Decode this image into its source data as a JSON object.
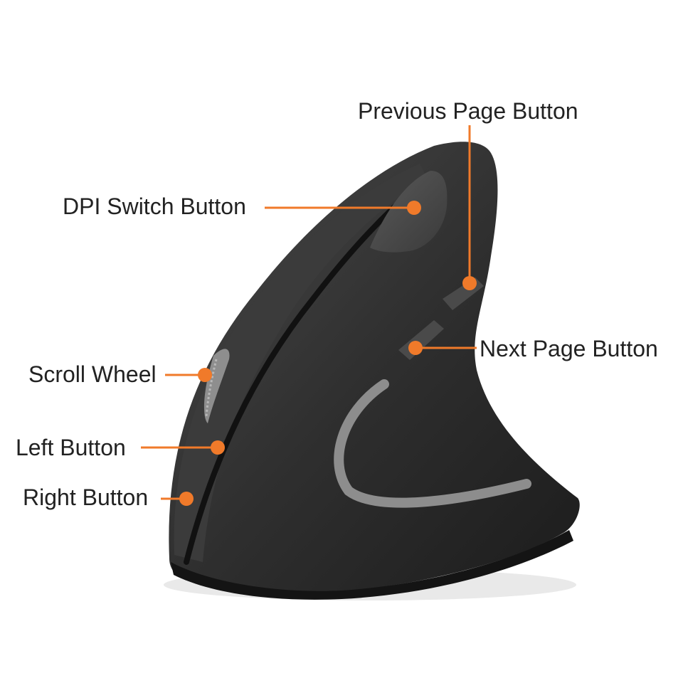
{
  "accent_color": "#f07a2a",
  "labels": {
    "previous_page": "Previous Page Button",
    "dpi_switch": "DPI Switch Button",
    "next_page": "Next Page Button",
    "scroll_wheel": "Scroll Wheel",
    "left_button": "Left Button",
    "right_button": "Right Button"
  }
}
